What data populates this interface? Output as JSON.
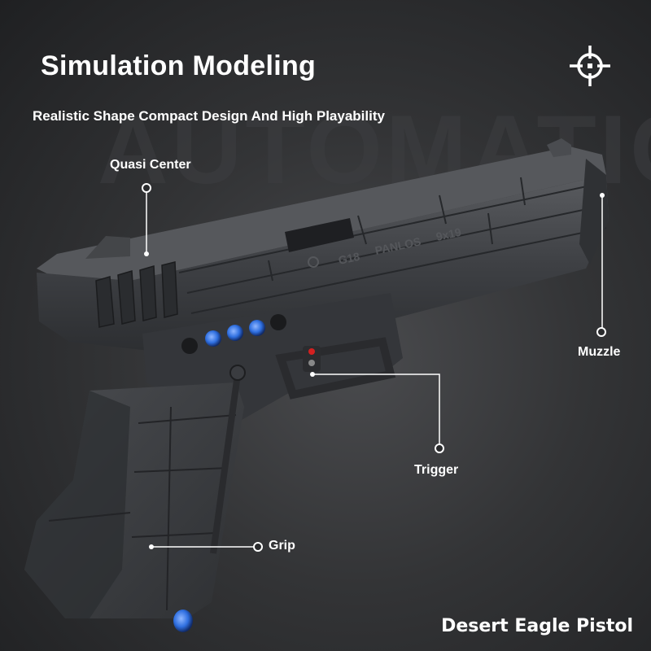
{
  "header": {
    "title": "Simulation Modeling",
    "subtitle": "Realistic Shape Compact Design And High Playability"
  },
  "callouts": {
    "quasi_center": "Quasi Center",
    "muzzle": "Muzzle",
    "trigger": "Trigger",
    "grip": "Grip"
  },
  "gun_markings": {
    "model": "G18",
    "brand": "PANLOS",
    "caliber": "9x19"
  },
  "background_text": "AUTOMATIC PISTOL",
  "product_name": "Desert Eagle Pistol",
  "icons": {
    "target": "crosshair-target-icon"
  },
  "colors": {
    "background": "#333436",
    "gun_body": "#3b3d41",
    "accent_blue": "#2f6fe0",
    "trigger_red": "#d32020",
    "text": "#ffffff"
  }
}
